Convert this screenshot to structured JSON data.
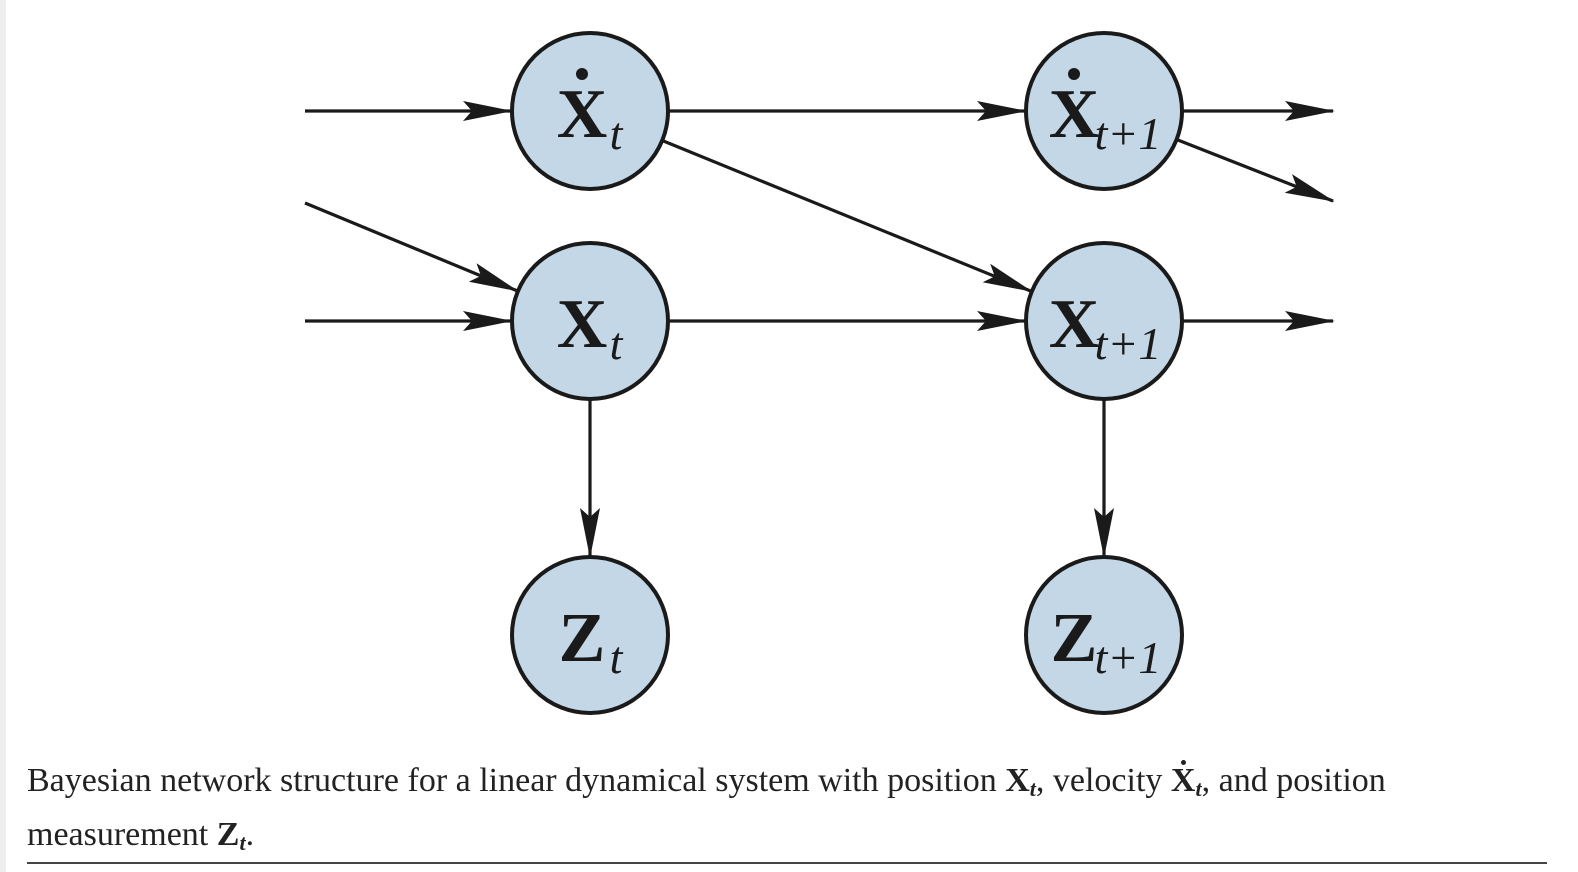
{
  "diagram": {
    "nodes": [
      {
        "id": "vel_t",
        "symbol": "X",
        "subscript": "t",
        "dotted": true
      },
      {
        "id": "vel_t1",
        "symbol": "X",
        "subscript": "t+1",
        "dotted": true
      },
      {
        "id": "pos_t",
        "symbol": "X",
        "subscript": "t",
        "dotted": false
      },
      {
        "id": "pos_t1",
        "symbol": "X",
        "subscript": "t+1",
        "dotted": false
      },
      {
        "id": "meas_t",
        "symbol": "Z",
        "subscript": "t",
        "dotted": false
      },
      {
        "id": "meas_t1",
        "symbol": "Z",
        "subscript": "t+1",
        "dotted": false
      }
    ],
    "edges": [
      {
        "from": "in",
        "to": "vel_t"
      },
      {
        "from": "in",
        "to": "pos_t"
      },
      {
        "from": "in",
        "to": "pos_t"
      },
      {
        "from": "vel_t",
        "to": "vel_t1"
      },
      {
        "from": "vel_t",
        "to": "pos_t1"
      },
      {
        "from": "pos_t",
        "to": "pos_t1"
      },
      {
        "from": "pos_t",
        "to": "meas_t"
      },
      {
        "from": "pos_t1",
        "to": "meas_t1"
      },
      {
        "from": "vel_t1",
        "to": "out"
      },
      {
        "from": "vel_t1",
        "to": "out"
      },
      {
        "from": "pos_t1",
        "to": "out"
      }
    ],
    "colors": {
      "node_fill": "#c3d7e6",
      "stroke": "#1a1a1a"
    }
  },
  "caption": {
    "part1": "Bayesian network structure for a linear dynamical system with position ",
    "sym1": "X",
    "sub1": "t",
    "part2": ", velocity ",
    "sym2": "X",
    "sub2": "t",
    "part3": ", and position measurement ",
    "sym3": "Z",
    "sub3": "t",
    "part4": "."
  }
}
